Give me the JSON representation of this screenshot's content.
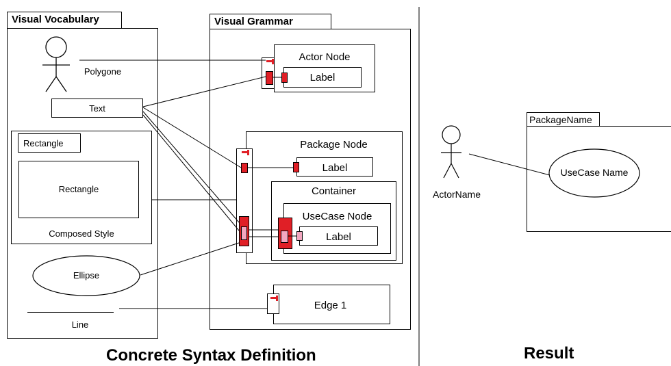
{
  "vocabulary": {
    "title": "Visual Vocabulary",
    "polygone_label": "Polygone",
    "text_label": "Text",
    "rectangle_small_label": "Rectangle",
    "rectangle_big_label": "Rectangle",
    "composed_style_label": "Composed Style",
    "ellipse_label": "Ellipse",
    "line_label": "Line"
  },
  "grammar": {
    "title": "Visual Grammar",
    "actor_node": "Actor Node",
    "actor_label": "Label",
    "package_node": "Package Node",
    "package_label": "Label",
    "container": "Container",
    "usecase_node": "UseCase Node",
    "usecase_label": "Label",
    "edge": "Edge 1"
  },
  "result": {
    "actor_name": "ActorName",
    "package_name": "PackageName",
    "usecase_name": "UseCase Name"
  },
  "captions": {
    "left": "Concrete Syntax Definition",
    "right": "Result"
  },
  "colors": {
    "port_red": "#e01f26",
    "port_pink": "#f3a7c0"
  }
}
